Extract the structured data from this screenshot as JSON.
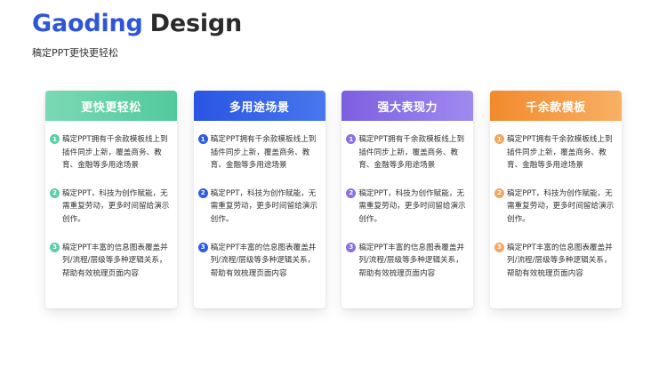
{
  "header": {
    "brand_accent": "Gaoding",
    "brand_rest": "Design",
    "subtitle": "稿定PPT更快更轻松"
  },
  "colors": {
    "green": "#5ccfa6",
    "blue": "#2f5ce6",
    "purple": "#8b6fe6",
    "orange": "#f59a3e"
  },
  "cards": [
    {
      "title": "更快更轻松",
      "items": [
        {
          "num": "1",
          "text": "稿定PPT拥有千余款模板线上到插件同步上新，覆盖商务、教育、金融等多用途场景"
        },
        {
          "num": "2",
          "text": "稿定PPT，科技为创作赋能，无需重复劳动，更多时间留给演示创作。"
        },
        {
          "num": "3",
          "text": "稿定PPT丰富的信息图表覆盖并列/流程/层级等多种逻辑关系，帮助有效梳理页面内容"
        }
      ]
    },
    {
      "title": "多用途场景",
      "items": [
        {
          "num": "1",
          "text": "稿定PPT拥有千余款模板线上到插件同步上新，覆盖商务、教育、金融等多用途场景"
        },
        {
          "num": "2",
          "text": "稿定PPT，科技为创作赋能，无需重复劳动，更多时间留给演示创作。"
        },
        {
          "num": "3",
          "text": "稿定PPT丰富的信息图表覆盖并列/流程/层级等多种逻辑关系，帮助有效梳理页面内容"
        }
      ]
    },
    {
      "title": "强大表现力",
      "items": [
        {
          "num": "1",
          "text": "稿定PPT拥有千余款模板线上到插件同步上新，覆盖商务、教育、金融等多用途场景"
        },
        {
          "num": "2",
          "text": "稿定PPT，科技为创作赋能，无需重复劳动，更多时间留给演示创作。"
        },
        {
          "num": "3",
          "text": "稿定PPT丰富的信息图表覆盖并列/流程/层级等多种逻辑关系，帮助有效梳理页面内容"
        }
      ]
    },
    {
      "title": "千余款模板",
      "items": [
        {
          "num": "1",
          "text": "稿定PPT拥有千余款模板线上到插件同步上新，覆盖商务、教育、金融等多用途场景"
        },
        {
          "num": "2",
          "text": "稿定PPT，科技为创作赋能，无需重复劳动，更多时间留给演示创作。"
        },
        {
          "num": "3",
          "text": "稿定PPT丰富的信息图表覆盖并列/流程/层级等多种逻辑关系，帮助有效梳理页面内容"
        }
      ]
    }
  ]
}
